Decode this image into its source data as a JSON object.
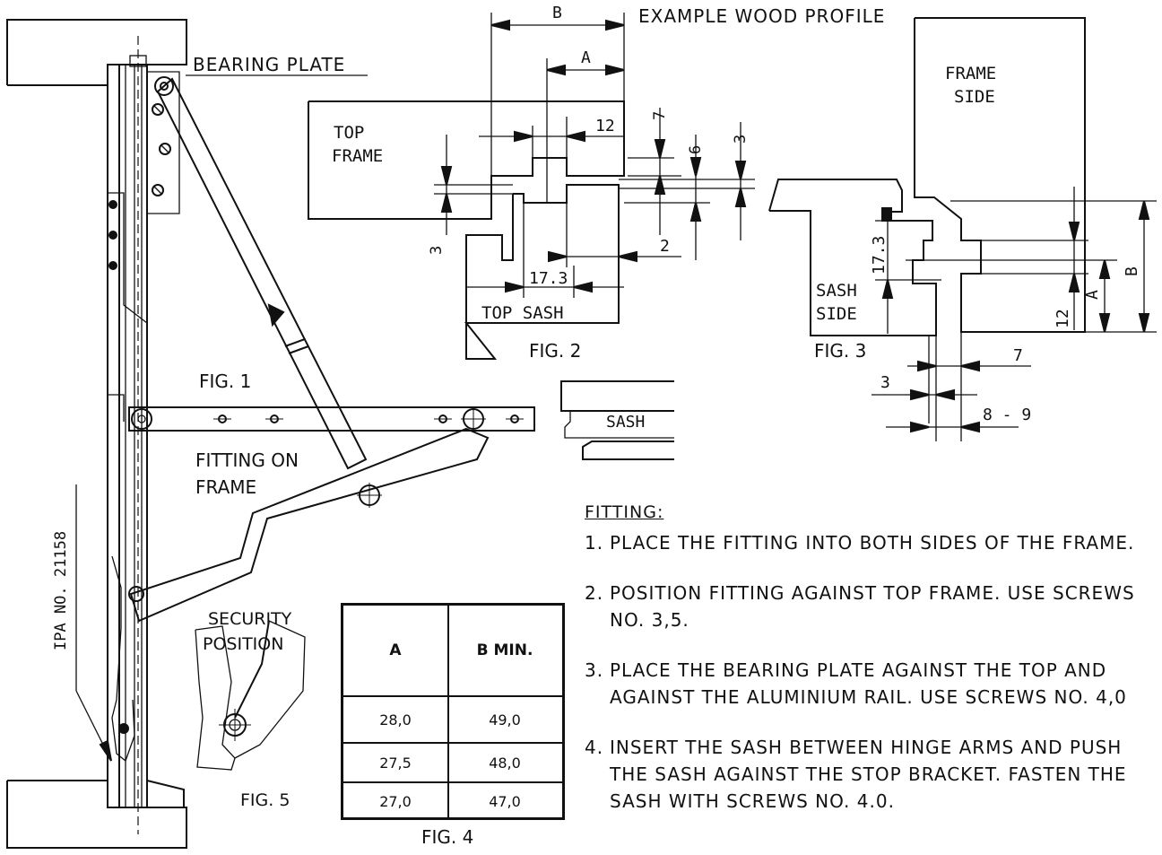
{
  "labels": {
    "bearing_plate": "BEARING PLATE",
    "example_wood_profile": "EXAMPLE WOOD PROFILE",
    "top_frame_1": "TOP",
    "top_frame_2": "FRAME",
    "top_sash": "TOP SASH",
    "frame_side_1": "FRAME",
    "frame_side_2": "SIDE",
    "sash_side_1": "SASH",
    "sash_side_2": "SIDE",
    "sash": "SASH",
    "fitting_on_frame_1": "FITTING ON",
    "fitting_on_frame_2": "FRAME",
    "security_position_1": "SECURITY",
    "security_position_2": "POSITION",
    "ipa_no": "IPA NO. 21158"
  },
  "figures": {
    "fig1": "FIG. 1",
    "fig2": "FIG. 2",
    "fig3": "FIG. 3",
    "fig4": "FIG. 4",
    "fig5": "FIG. 5"
  },
  "dimensions": {
    "A": "A",
    "B": "B",
    "fig2_12": "12",
    "fig2_7": "7",
    "fig2_6": "6",
    "fig2_3_right": "3",
    "fig2_3_left": "3",
    "fig2_2": "2",
    "fig2_17_3": "17.3",
    "fig3_17_3": "17.3",
    "fig3_12": "12",
    "fig3_A": "A",
    "fig3_B": "B",
    "fig3_7": "7",
    "fig3_3": "3",
    "fig3_8_9": "8 - 9"
  },
  "table": {
    "headers": [
      "A",
      "B MIN."
    ],
    "rows": [
      [
        "28,0",
        "49,0"
      ],
      [
        "27,5",
        "48,0"
      ],
      [
        "27,0",
        "47,0"
      ]
    ]
  },
  "instructions": {
    "heading": "FITTING:",
    "steps": [
      {
        "num": "1.",
        "text": "PLACE THE FITTING INTO BOTH SIDES OF THE FRAME."
      },
      {
        "num": "2.",
        "text": "POSITION FITTING AGAINST TOP FRAME. USE SCREWS NO. 3,5."
      },
      {
        "num": "3.",
        "text": "PLACE THE BEARING PLATE AGAINST THE TOP AND AGAINST THE ALUMINIUM RAIL. USE SCREWS NO. 4,0"
      },
      {
        "num": "4.",
        "text": "INSERT THE SASH BETWEEN HINGE ARMS AND PUSH THE SASH AGAINST THE STOP BRACKET. FASTEN THE SASH WITH SCREWS NO. 4.0."
      }
    ]
  }
}
